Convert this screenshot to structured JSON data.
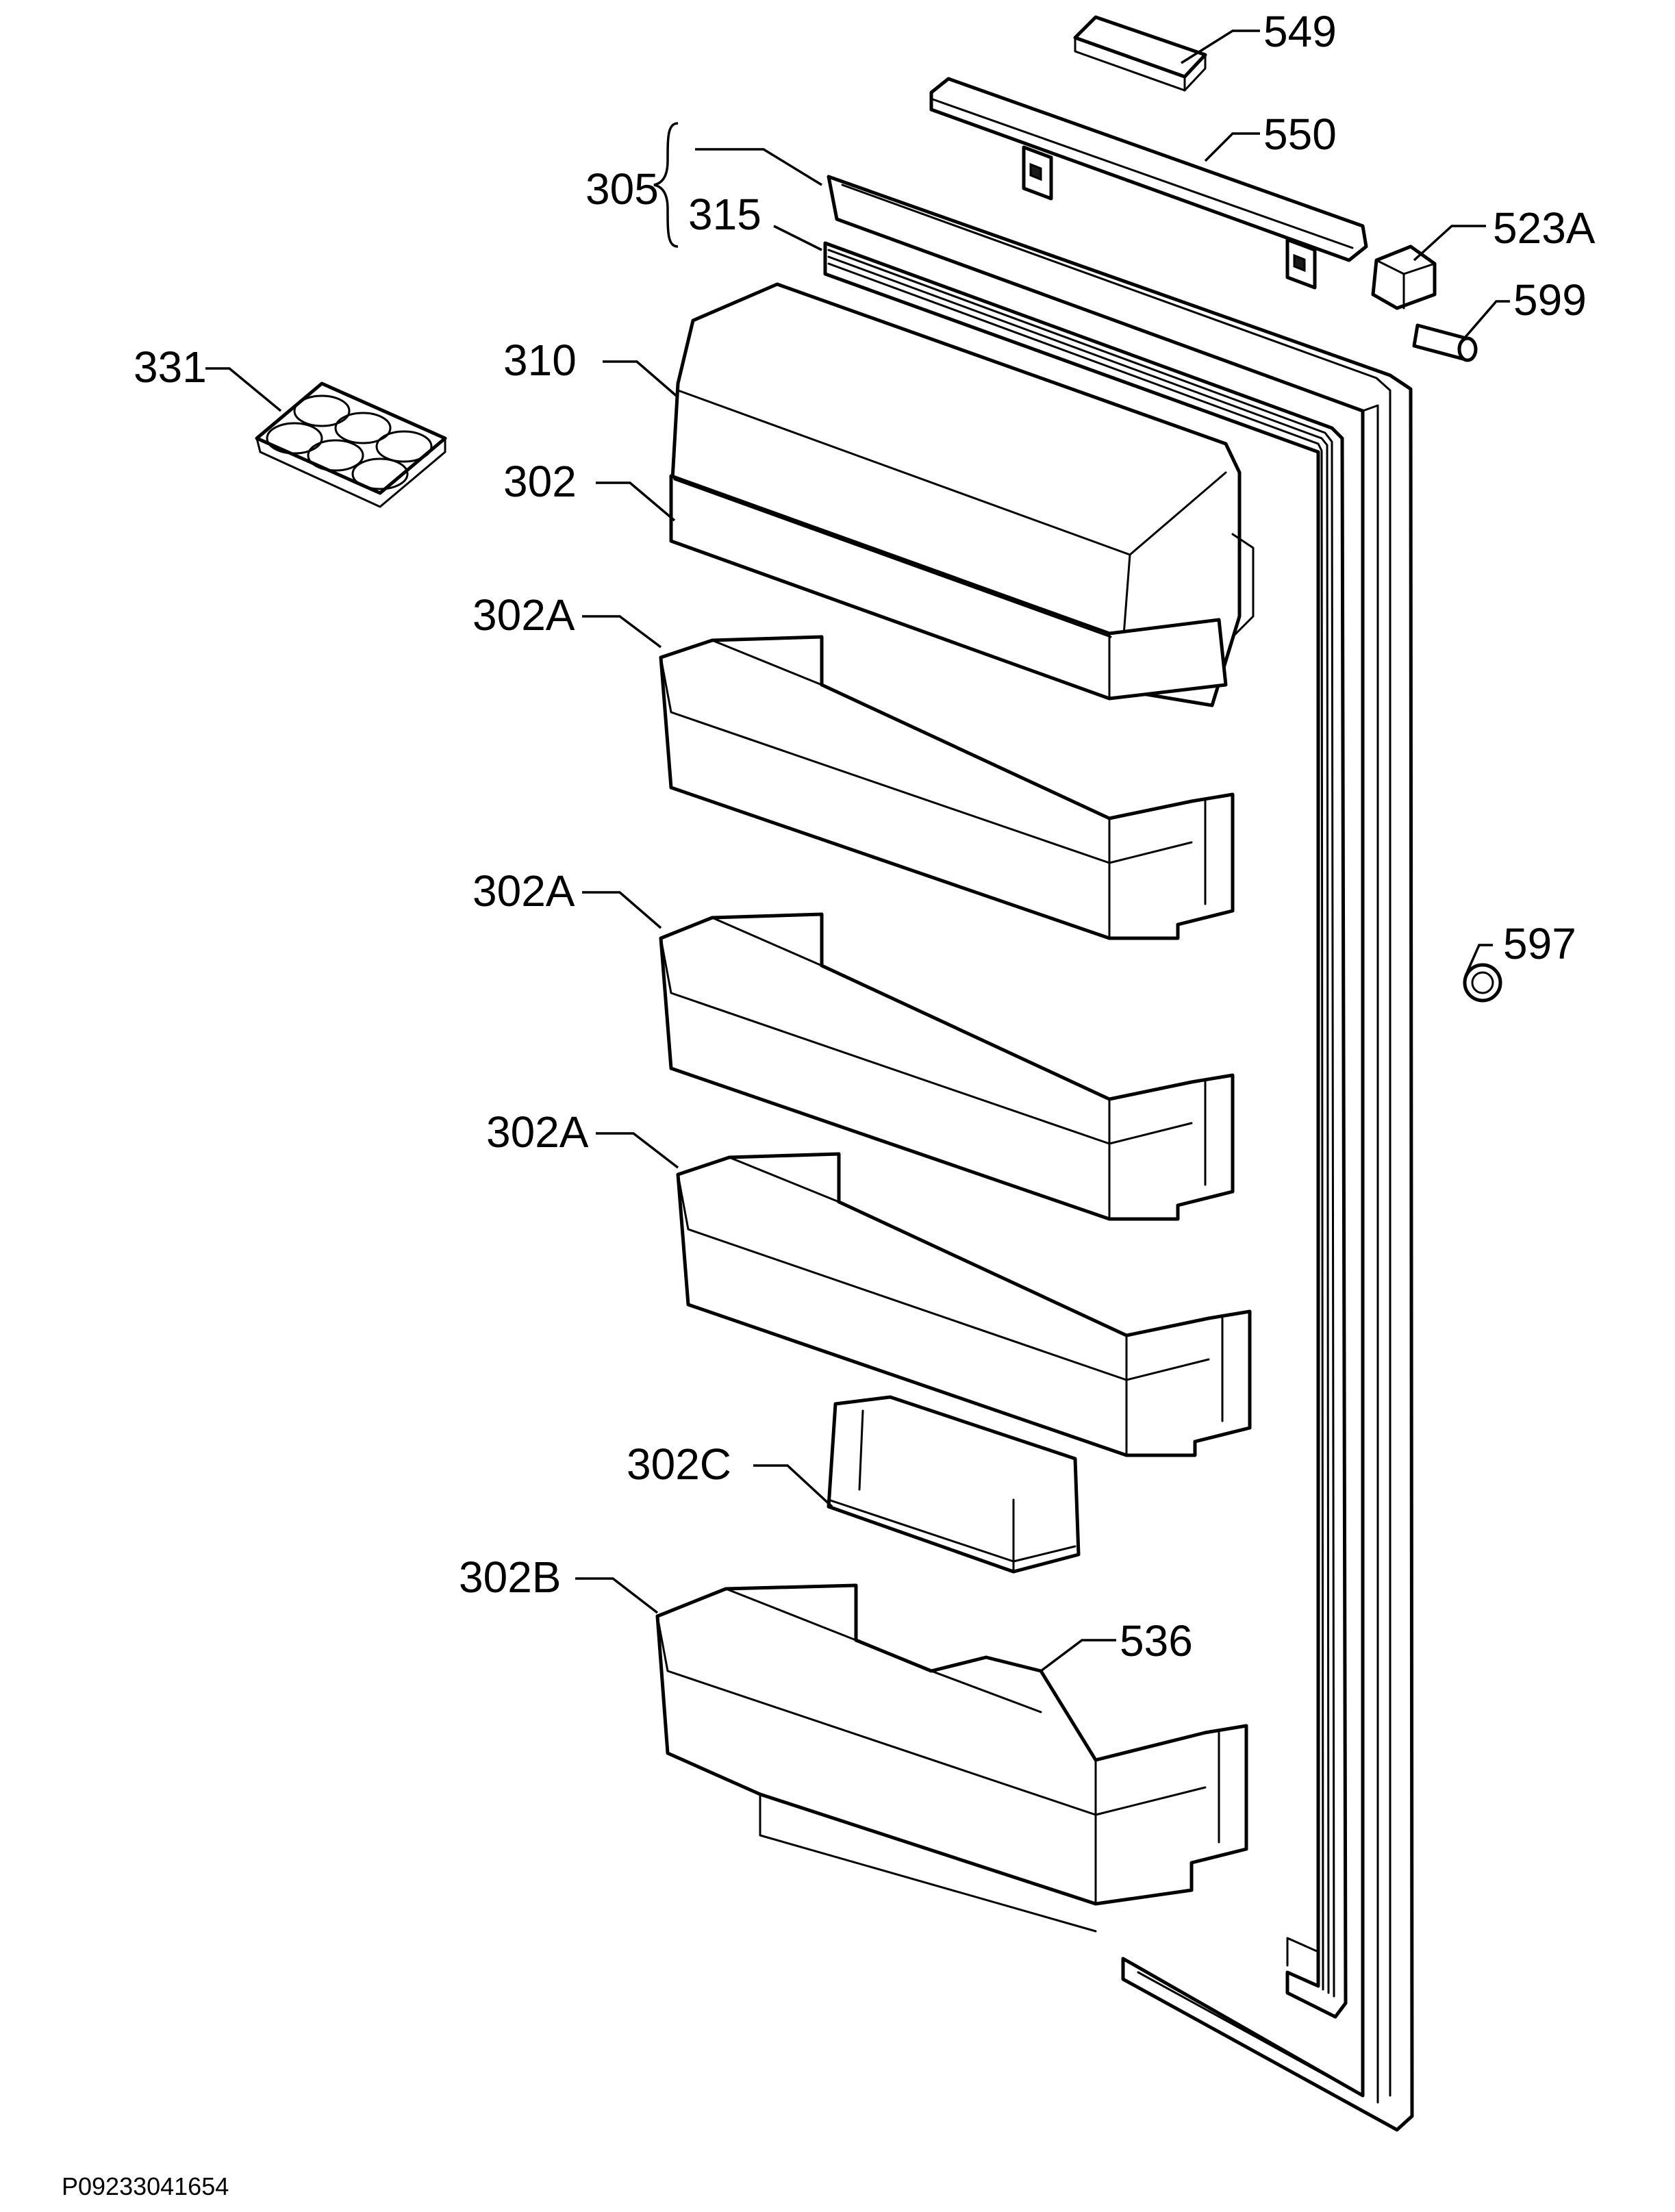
{
  "labels": {
    "l549": "549",
    "l550": "550",
    "l523A": "523A",
    "l599": "599",
    "l305": "305",
    "l315": "315",
    "l310": "310",
    "l331": "331",
    "l302": "302",
    "l302A_1": "302A",
    "l302A_2": "302A",
    "l302A_3": "302A",
    "l597": "597",
    "l302C": "302C",
    "l302B": "302B",
    "l536": "536"
  },
  "footer": {
    "code": "P09233041654"
  },
  "colors": {
    "line": "#000000",
    "background": "#ffffff"
  }
}
